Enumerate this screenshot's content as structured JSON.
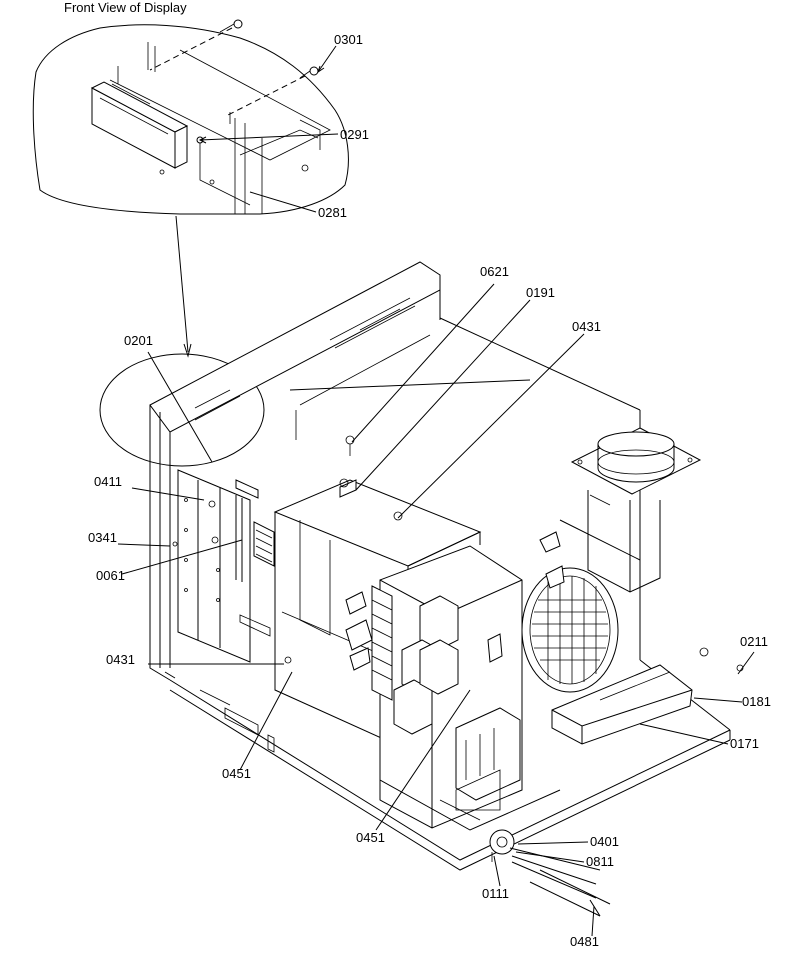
{
  "title": "Front View of Display",
  "callouts": [
    {
      "id": "c0301",
      "text": "0301"
    },
    {
      "id": "c0291",
      "text": "0291"
    },
    {
      "id": "c0281",
      "text": "0281"
    },
    {
      "id": "c0621",
      "text": "0621"
    },
    {
      "id": "c0191",
      "text": "0191"
    },
    {
      "id": "c0431a",
      "text": "0431"
    },
    {
      "id": "c0201",
      "text": "0201"
    },
    {
      "id": "c0411",
      "text": "0411"
    },
    {
      "id": "c0341",
      "text": "0341"
    },
    {
      "id": "c0061",
      "text": "0061"
    },
    {
      "id": "c0431b",
      "text": "0431"
    },
    {
      "id": "c0451a",
      "text": "0451"
    },
    {
      "id": "c0451b",
      "text": "0451"
    },
    {
      "id": "c0211",
      "text": "0211"
    },
    {
      "id": "c0181",
      "text": "0181"
    },
    {
      "id": "c0171",
      "text": "0171"
    },
    {
      "id": "c0401",
      "text": "0401"
    },
    {
      "id": "c0811",
      "text": "0811"
    },
    {
      "id": "c0111",
      "text": "0111"
    },
    {
      "id": "c0481",
      "text": "0481"
    }
  ]
}
